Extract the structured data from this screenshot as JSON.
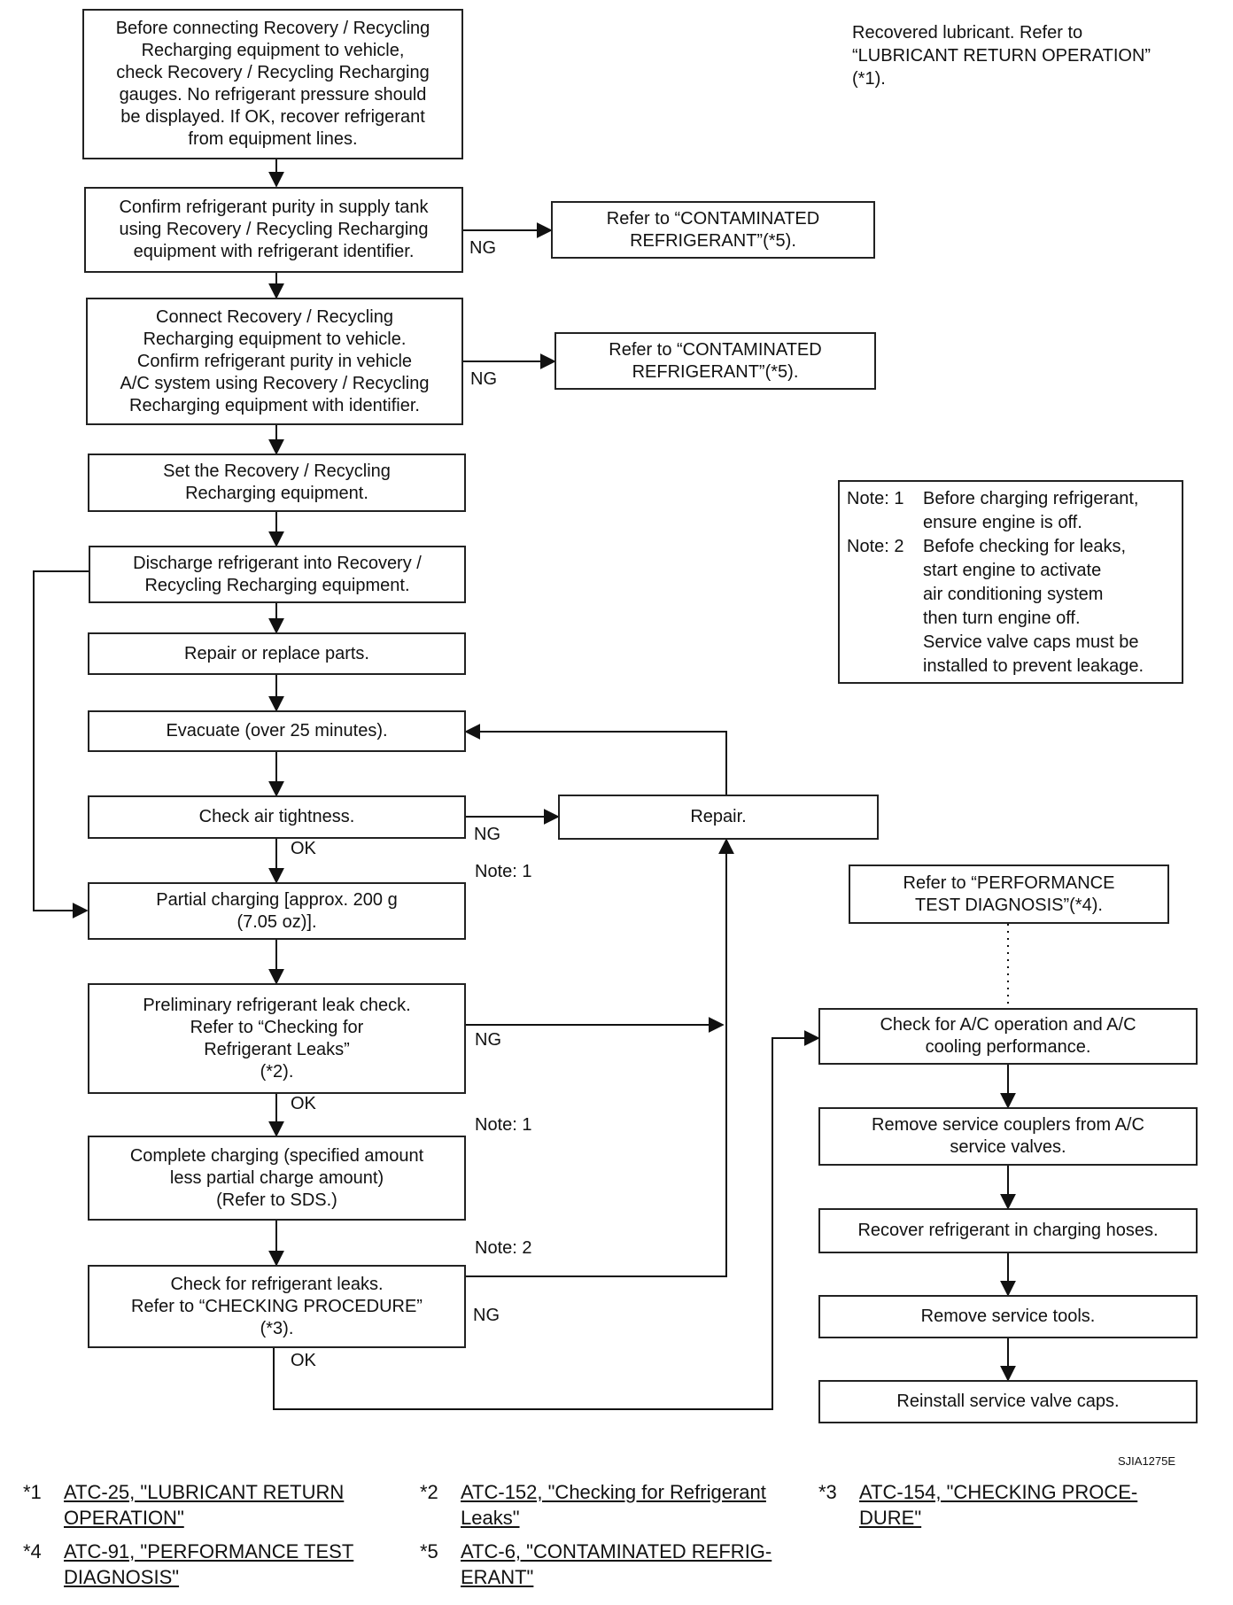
{
  "top_note": "Recovered lubricant. Refer to\n“LUBRICANT RETURN OPERATION”\n(*1).",
  "steps": {
    "s1": "Before connecting Recovery / Recycling\nRecharging equipment to vehicle,\ncheck Recovery / Recycling Recharging\ngauges. No refrigerant pressure should\nbe displayed. If OK, recover refrigerant\nfrom equipment lines.",
    "s2": "Confirm refrigerant purity in supply tank\nusing Recovery / Recycling Recharging\nequipment with refrigerant identifier.",
    "s3": "Connect Recovery / Recycling\nRecharging equipment to vehicle.\nConfirm refrigerant purity in vehicle\nA/C system using Recovery / Recycling\nRecharging equipment with identifier.",
    "s4": "Set the Recovery / Recycling\nRecharging equipment.",
    "s5": "Discharge refrigerant into Recovery /\nRecycling Recharging equipment.",
    "s6": "Repair or replace parts.",
    "s7": "Evacuate (over 25 minutes).",
    "s8": "Check air tightness.",
    "s9": "Partial charging [approx. 200 g\n(7.05 oz)].",
    "s10": "Preliminary refrigerant leak check.\nRefer to “Checking for\nRefrigerant Leaks”\n(*2).",
    "s11": "Complete charging (specified amount\nless partial charge amount)\n(Refer to SDS.)",
    "s12": "Check for refrigerant leaks.\nRefer to “CHECKING PROCEDURE”\n(*3).",
    "contam1": "Refer to “CONTAMINATED\nREFRIGERANT”(*5).",
    "contam2": "Refer to “CONTAMINATED\nREFRIGERANT”(*5).",
    "repair": "Repair.",
    "perf": "Refer to “PERFORMANCE\nTEST DIAGNOSIS”(*4).",
    "r1": "Check for A/C operation and A/C\ncooling performance.",
    "r2": "Remove service couplers from A/C\nservice valves.",
    "r3": "Recover refrigerant in charging hoses.",
    "r4": "Remove service tools.",
    "r5": "Reinstall service valve caps."
  },
  "labels": {
    "ng": "NG",
    "ok": "OK",
    "note1": "Note: 1",
    "note2": "Note: 2"
  },
  "notes": [
    {
      "tag": "Note: 1",
      "text": "Before charging refrigerant,\nensure engine is off."
    },
    {
      "tag": "Note: 2",
      "text": "Befofe checking for leaks,\nstart engine to activate\nair conditioning system\nthen turn engine off.\nService valve caps must be\ninstalled to prevent leakage."
    }
  ],
  "figure_code": "SJIA1275E",
  "footnotes": [
    {
      "mark": "*1",
      "text": "ATC-25, \"LUBRICANT RETURN\nOPERATION\""
    },
    {
      "mark": "*2",
      "text": "ATC-152, \"Checking for Refrigerant\nLeaks\""
    },
    {
      "mark": "*3",
      "text": "ATC-154, \"CHECKING PROCE-\nDURE\""
    },
    {
      "mark": "*4",
      "text": "ATC-91, \"PERFORMANCE TEST\nDIAGNOSIS\""
    },
    {
      "mark": "*5",
      "text": "ATC-6, \"CONTAMINATED REFRIG-\nERANT\""
    }
  ]
}
